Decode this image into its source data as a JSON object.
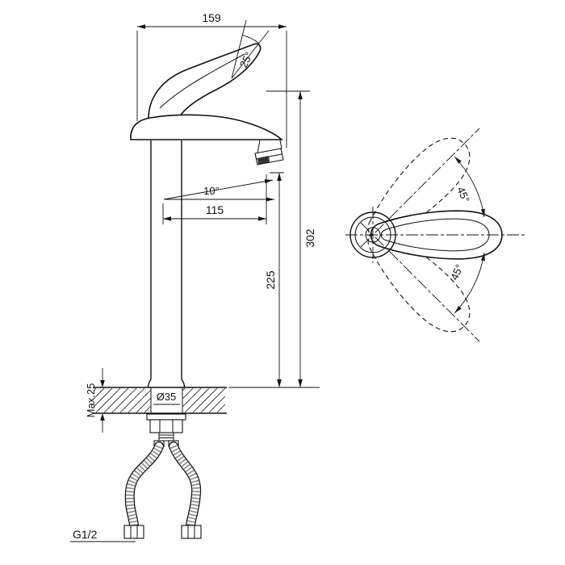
{
  "front_view": {
    "dimensions": {
      "top_width": "159",
      "spout_reach": "115",
      "total_height": "302",
      "spout_height": "225",
      "deck_max_thickness": "Max.25",
      "base_diameter": "Ø35",
      "thread_size": "G1/2"
    },
    "angles": {
      "handle_open": "25°",
      "spout_tilt": "10°"
    }
  },
  "top_view": {
    "angles": {
      "swing_up": "45°",
      "swing_down": "45°"
    }
  },
  "colors": {
    "line": "#111111",
    "braid": "#8a8a8a",
    "background": "#ffffff"
  }
}
